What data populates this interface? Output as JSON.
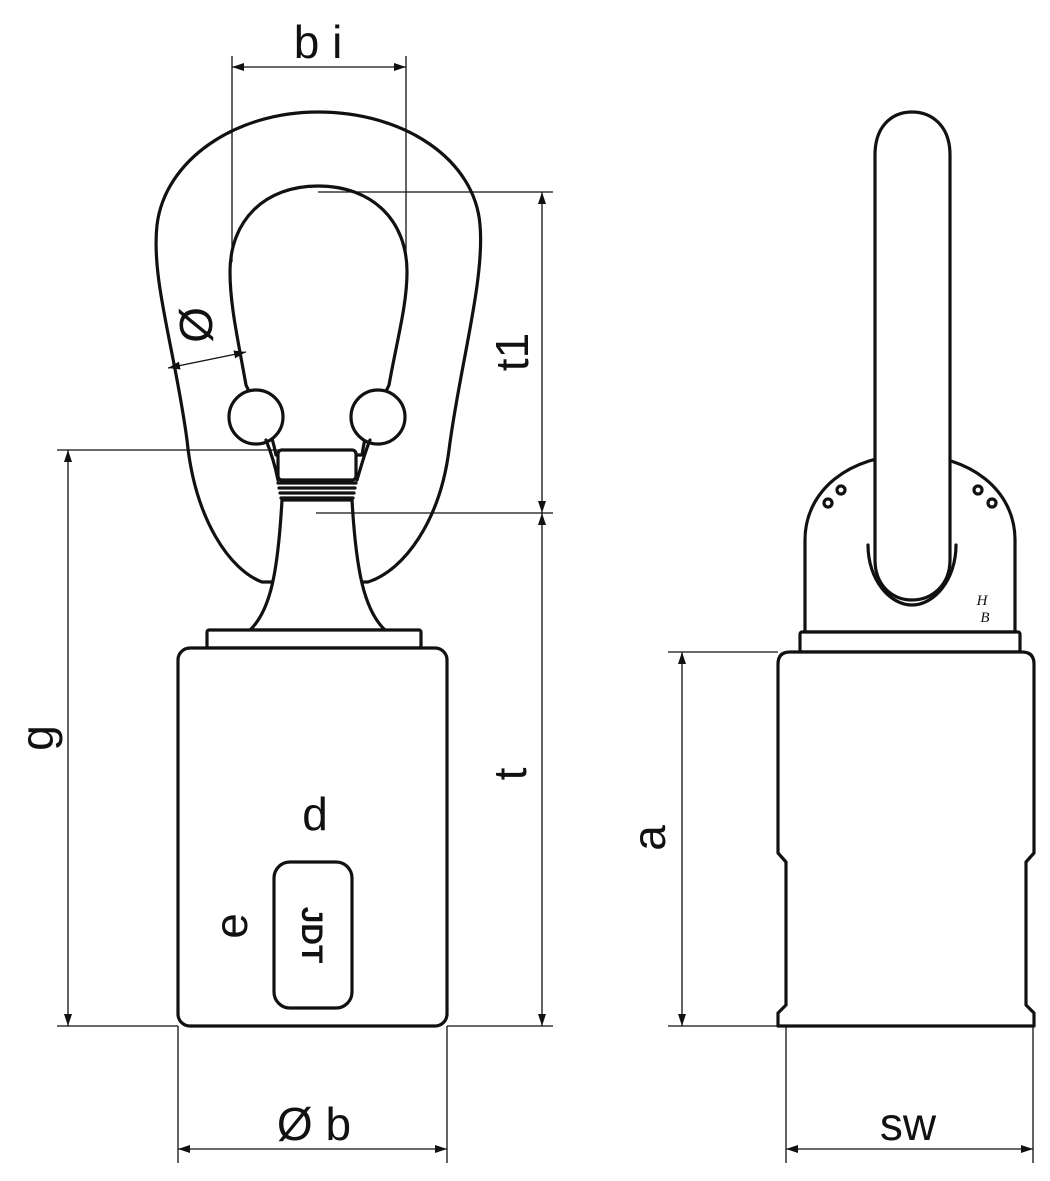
{
  "dimension_labels": {
    "bi": "b i",
    "diameter": "Ø",
    "t1": "t1",
    "g": "g",
    "t": "t",
    "d": "d",
    "e": "e",
    "diameter_b": "Ø b",
    "a": "a",
    "sw": "sw"
  },
  "marking": {
    "brand": "JDT",
    "stamp_top": "H",
    "stamp_bottom": "B"
  }
}
